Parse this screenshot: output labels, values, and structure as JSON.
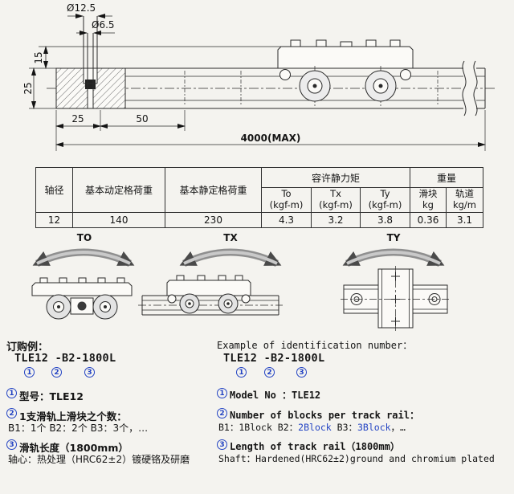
{
  "drawing": {
    "dim_bore": "Ø12.5",
    "dim_hole": "Ø6.5",
    "dim_height_top": "15",
    "dim_height_side": "25",
    "dim_end": "25",
    "dim_pitch": "50",
    "dim_length": "4000(MAX)"
  },
  "table": {
    "col_shaft": "轴径",
    "col_dynamic": "基本动定格荷重",
    "col_static": "基本静定格荷重",
    "col_moment": "容许静力矩",
    "col_weight": "重量",
    "sub_to": "To",
    "sub_tx": "Tx",
    "sub_ty": "Ty",
    "unit_kgfm": "(kgf-m)",
    "sub_block": "滑块",
    "unit_block": "kg",
    "sub_rail": "轨道",
    "unit_rail": "kg/m",
    "row": [
      "12",
      "140",
      "230",
      "4.3",
      "3.2",
      "3.8",
      "0.36",
      "3.1"
    ]
  },
  "moments": {
    "to": "TO",
    "tx": "TX",
    "ty": "TY"
  },
  "order_cn": {
    "title": "订购例：",
    "code": "TLE12 -B2-1800L",
    "mark1": "1",
    "mark2": "2",
    "mark3": "3",
    "item1_label": "型号：TLE12",
    "item2_label": "1支滑轨上滑块之个数：",
    "item2_detail": "B1：1个 B2：2个 B3：3个，…",
    "item3_label": "滑轨长度（1800mm）",
    "item3_note": "轴心：热处理（HRC62±2）镀硬铬及研磨"
  },
  "order_en": {
    "title": "Example of identification number：",
    "code": "TLE12 -B2-1800L",
    "mark1": "1",
    "mark2": "2",
    "mark3": "3",
    "item1_label": "Model No ：TLE12",
    "item2_label": "Number of blocks per track rail：",
    "item2_d1": "B1：1Block B2：",
    "item2_d2": "2Block",
    "item2_d3": " B3：",
    "item2_d4": "3Block",
    "item2_d5": "，…",
    "item3_label": "Length of track rail（1800mm）",
    "item3_note": "Shaft：Hardened(HRC62±2)ground and chromium plated"
  }
}
